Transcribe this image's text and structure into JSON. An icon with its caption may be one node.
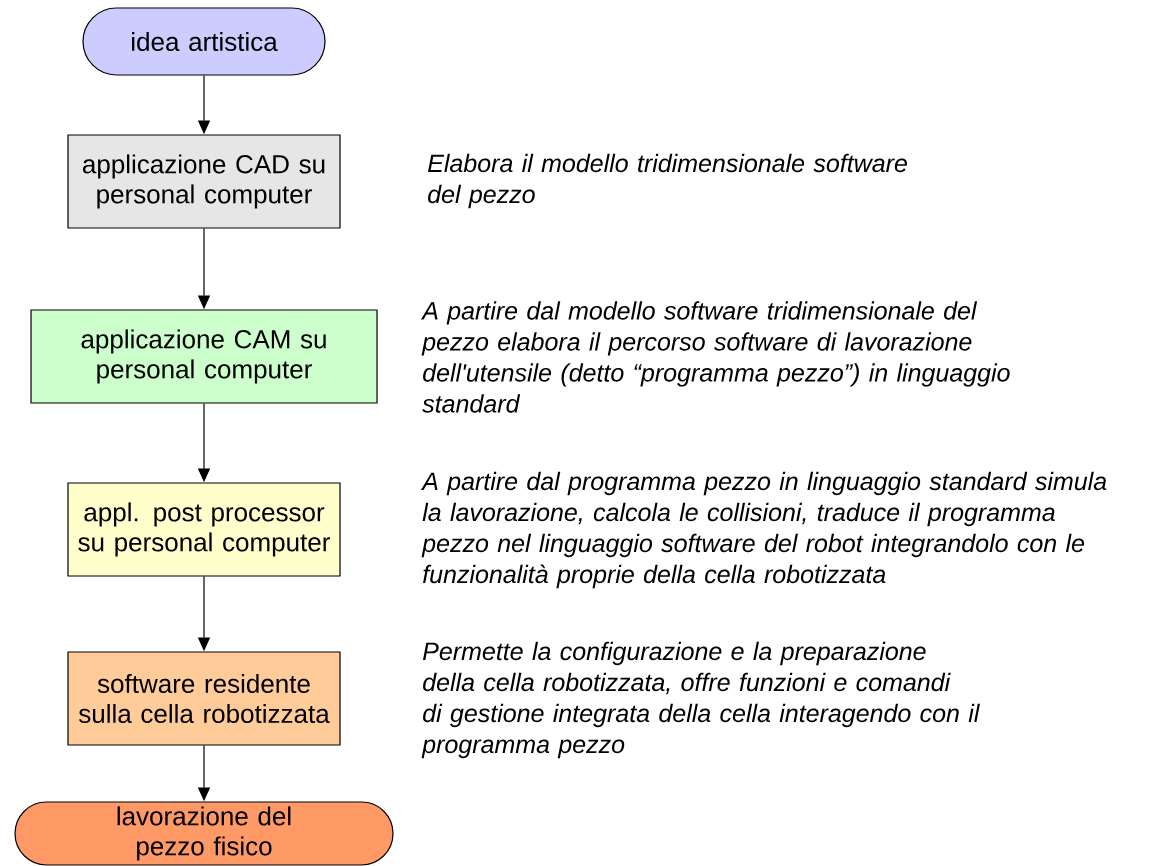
{
  "diagram": {
    "nodes": [
      {
        "text": [
          "idea artistica"
        ]
      },
      {
        "text": [
          "applicazione CAD su personal computer"
        ],
        "beside": [
          "Elabora il modello tridimensionale software del pezzo"
        ]
      },
      {
        "text": [
          "applicazione CAM su personal computer"
        ],
        "beside": [
          "A partire dal modello software tridimensionale del pezzo elabora il percorso software di lavorazione dell'utensile (detto “programma pezzo”) in linguaggio standard"
        ]
      },
      {
        "text": [
          "appl. post processor su personal computer"
        ],
        "beside": [
          "A partire dal programma pezzo in linguaggio standard simula la lavorazione, calcola le collisioni, traduce il programma pezzo nel linguaggio software del robot integrandolo con le funzionalità proprie della cella robotizzata"
        ]
      },
      {
        "text": [
          "software residente sulla cella robotizzata"
        ],
        "beside": [
          "Permette la configurazione e la preparazione della cella robotizzata, offre funzioni e comandi di gestione integrata della cella interagendo con il programma pezzo"
        ]
      },
      {
        "text": [
          "lavorazione del pezzo fisico"
        ]
      }
    ],
    "edges": [
      {
        "from": 0,
        "to": 1,
        "arrow": "to"
      },
      {
        "from": 1,
        "to": 2,
        "arrow": "to"
      },
      {
        "from": 2,
        "to": 3,
        "arrow": "to"
      },
      {
        "from": 3,
        "to": 4,
        "arrow": "to"
      },
      {
        "from": 4,
        "to": 5,
        "arrow": "to"
      }
    ]
  }
}
